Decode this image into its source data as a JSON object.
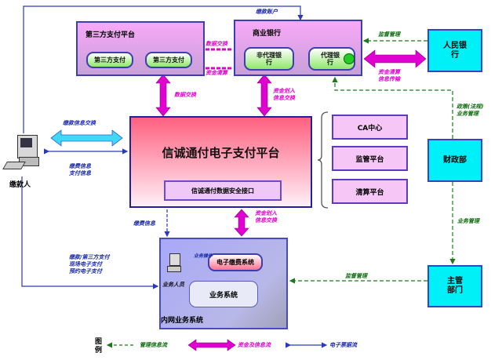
{
  "top_label": "缴款账户",
  "third_party": {
    "title": "第三方支付平台",
    "items": [
      "第三方支付",
      "第三方支付"
    ]
  },
  "commercial_bank": {
    "title": "商业银行",
    "non_agent": "非代理银行",
    "agent": "代理银行"
  },
  "peoples_bank": "人民银行",
  "main_platform": {
    "title": "信诚通付电子支付平台",
    "interface": "信诚通付数据安全接口"
  },
  "side_platforms": [
    "CA中心",
    "监管平台",
    "清算平台"
  ],
  "finance_dept": "财政部",
  "competent_dept": "主管部门",
  "payer": "缴款人",
  "intranet": {
    "title": "内网业务系统",
    "staff": "业务人员",
    "epay": "电子缴费系统",
    "business": "业务系统"
  },
  "arrow_labels": {
    "tp_bank": "数据交换",
    "tp_bank2": "资金清算",
    "tp_main": "数据交换",
    "bank_main": [
      "资金划入",
      "信息交换"
    ],
    "pbc_bank": "监督管理",
    "pbc_bank_arrow": [
      "资金清算",
      "信息传输"
    ],
    "finance_bank": [
      "政策(法规)",
      "业务管理"
    ],
    "finance_competent": "业务管理",
    "competent_intranet": "监督管理",
    "payer_main": "缴款信息交换",
    "payer_main2": [
      "缴费信息",
      "支付信息"
    ],
    "main_intranet": "缴费信息",
    "main_intranet2": [
      "资金划入",
      "信息交换"
    ],
    "payer_intranet": [
      "缴款/第三方支付",
      "现场电子支付",
      "预约电子支付"
    ],
    "staff_epay": "业务操作"
  },
  "legend": {
    "title": "图例",
    "items": [
      "管理信息流",
      "资金及信息流",
      "电子票据流"
    ]
  }
}
